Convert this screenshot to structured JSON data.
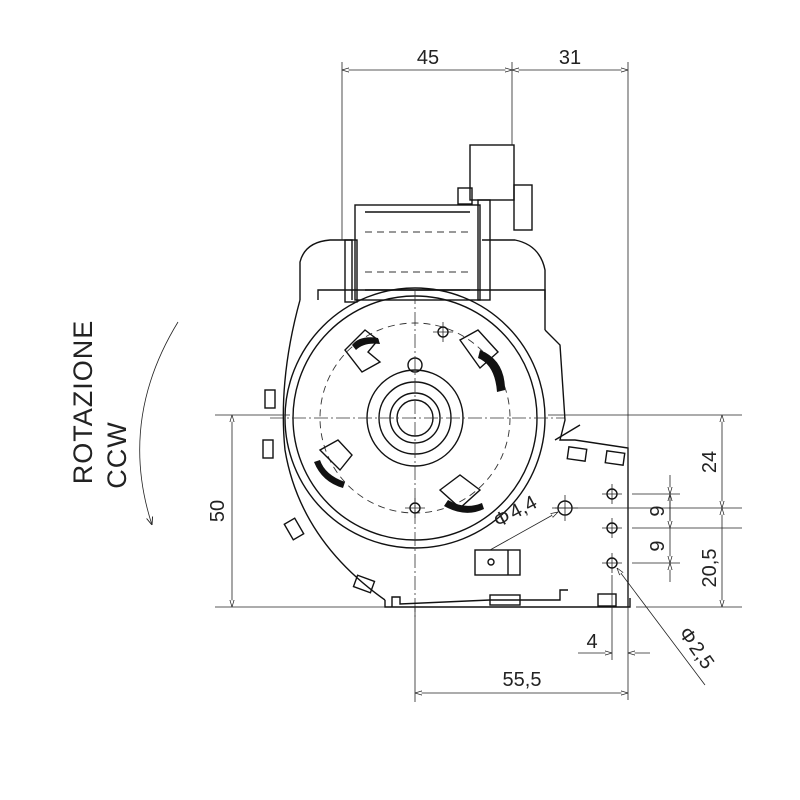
{
  "rotation_label": {
    "line1": "ROTAZIONE",
    "line2": "CCW"
  },
  "dimensions": {
    "top_left": "45",
    "top_right": "31",
    "height_left": "50",
    "right_upper": "24",
    "right_lower": "20,5",
    "hole_pitch_upper": "9",
    "hole_pitch_lower": "9",
    "hole_offset": "4",
    "bottom_width": "55,5",
    "big_hole_diameter": "4,4",
    "small_hole_diameter": "2,5",
    "diameter_symbol": "Φ"
  }
}
